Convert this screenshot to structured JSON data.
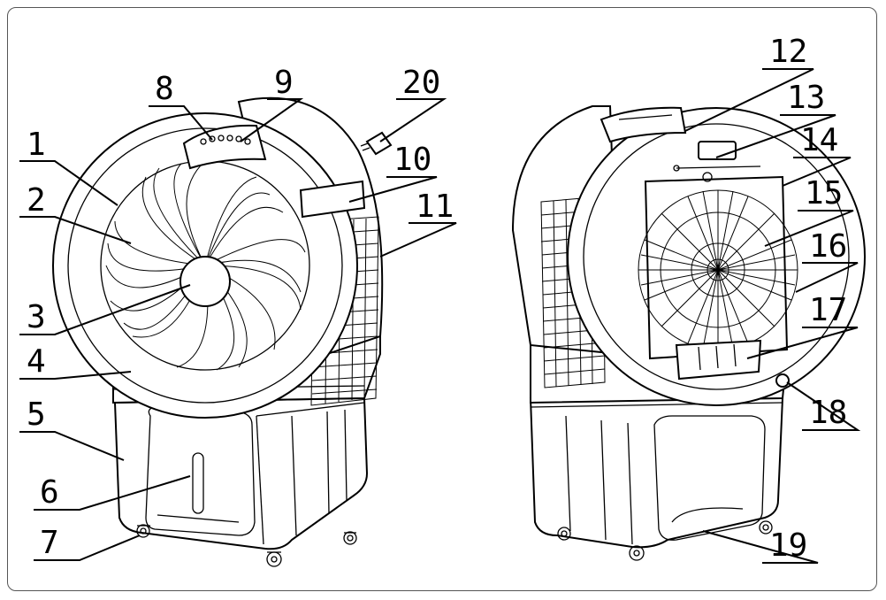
{
  "labels": [
    "1",
    "2",
    "3",
    "4",
    "5",
    "6",
    "7",
    "8",
    "9",
    "10",
    "11",
    "12",
    "13",
    "14",
    "15",
    "16",
    "17",
    "18",
    "19",
    "20"
  ],
  "colors": {
    "line": "#000000",
    "background": "#ffffff",
    "frame": "#555555"
  }
}
